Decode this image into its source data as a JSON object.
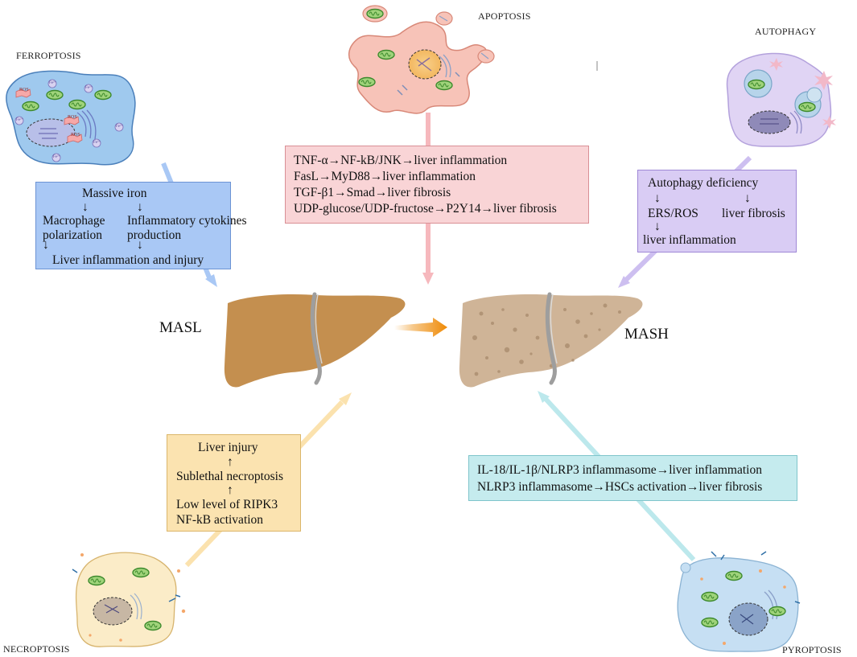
{
  "labels": {
    "ferroptosis": "FERROPTOSIS",
    "apoptosis": "APOPTOSIS",
    "autophagy": "AUTOPHAGY",
    "necroptosis": "NECROPTOSIS",
    "pyroptosis": "PYROPTOSIS",
    "masl": "MASL",
    "mash": "MASH"
  },
  "ferroptosis_box": {
    "massive_iron": "Massive iron",
    "arrow": "↓",
    "macrophage_1": "Macrophage",
    "macrophage_2": "polarization",
    "cytokines_1": "Inflammatory cytokines",
    "cytokines_2": "production",
    "result": "Liver inflammation and injury"
  },
  "apoptosis_box": {
    "lines": [
      "TNF-α→NF-kB/JNK→liver inflammation",
      "FasL→MyD88→liver inflammation",
      "TGF-β1→Smad→liver fibrosis",
      "UDP-glucose/UDP-fructose→P2Y14→liver fibrosis"
    ]
  },
  "autophagy_box": {
    "deficiency": "Autophagy deficiency",
    "arrow": "↓",
    "ers_ros": "ERS/ROS",
    "fibrosis": "liver fibrosis",
    "inflammation": "liver inflammation"
  },
  "necroptosis_box": {
    "injury": "Liver injury",
    "up_arrow": "↑",
    "sublethal": "Sublethal necroptosis",
    "ripk3": "Low level of RIPK3",
    "nfkb": "NF-kB activation"
  },
  "pyroptosis_box": {
    "lines": [
      "IL-18/IL-1β/NLRP3 inflammasome→liver inflammation",
      "NLRP3 inflammasome→HSCs activation→liver fibrosis"
    ]
  },
  "cell_marks": {
    "ros": "ROS",
    "fe": "Fe²⁺"
  },
  "colors": {
    "ferroptosis": "#a9c8f5",
    "apoptosis": "#f9d4d6",
    "autophagy": "#d9ccf4",
    "necroptosis": "#fbe3b0",
    "pyroptosis": "#c5ebee",
    "masl_liver": "#c48f4f",
    "mash_liver": "#cfb497",
    "progression_arrow": "#f0900a"
  }
}
